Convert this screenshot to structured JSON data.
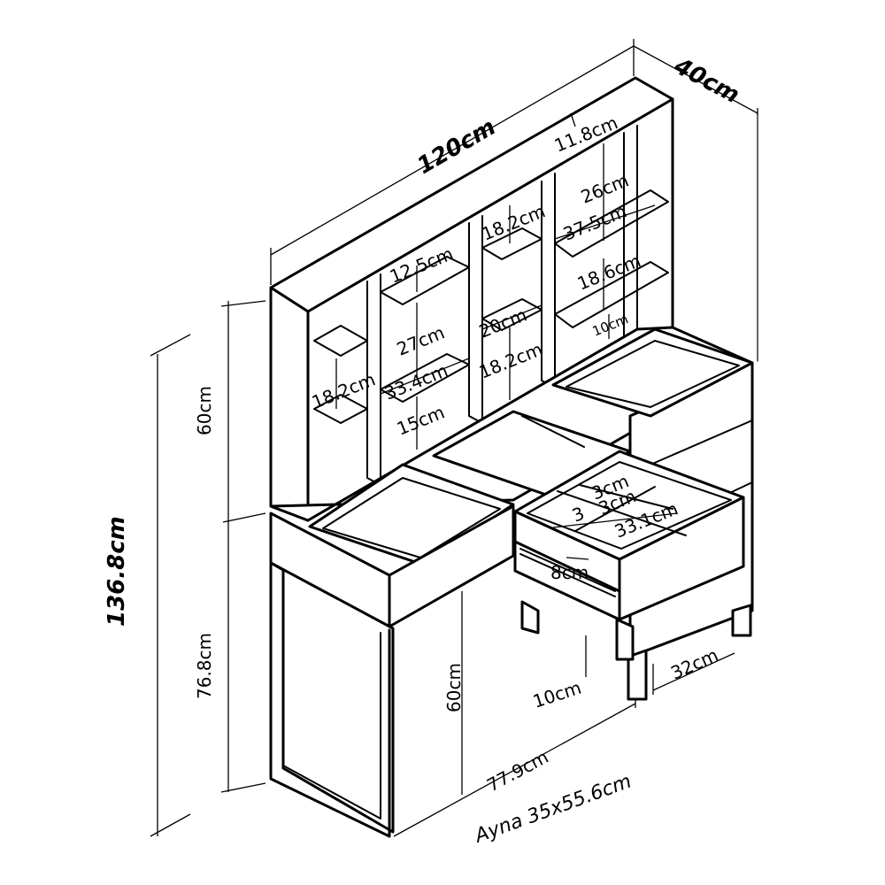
{
  "dimensions": {
    "width": "120cm",
    "depth": "40cm",
    "total_height": "136.8cm",
    "hutch_height": "60cm",
    "desk_height": "76.8cm",
    "leg_height": "60cm",
    "desk_length": "77.9cm",
    "cabinet_depth": "32cm",
    "cabinet_clearance": "10cm",
    "drawer_depth": "8cm"
  },
  "shelves": {
    "top": "11.8cm",
    "right_upper": "26cm",
    "right_width": "37.5cm",
    "right_mid": "18.6cm",
    "right_low": "10cm",
    "center_upper": "18.2cm",
    "center_divider": "20cm",
    "center_lower": "18.2cm",
    "left_upper": "12.5cm",
    "left_mid": "27cm",
    "left_width": "33.4cm",
    "left_low": "15cm",
    "far_left": "18.2cm"
  },
  "drawer": {
    "inner_a": "3cm",
    "inner_b": "3cm",
    "inner_width": "33.1cm",
    "inner_c": "3"
  },
  "mirror": "Ayna 35x55.6cm"
}
